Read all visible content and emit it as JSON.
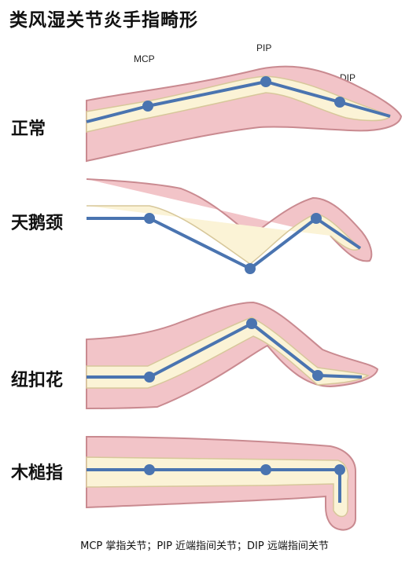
{
  "title": "类风湿关节炎手指畸形",
  "joint_labels": {
    "mcp": "MCP",
    "pip": "PIP",
    "dip": "DIP"
  },
  "rows": [
    {
      "label": "正常"
    },
    {
      "label": "天鹅颈"
    },
    {
      "label": "纽扣花"
    },
    {
      "label": "木槌指"
    }
  ],
  "caption": "MCP 掌指关节；PIP 近端指间关节；DIP 远端指间关节",
  "colors": {
    "skin": "#f2c4c8",
    "skin_edge": "#c98a90",
    "bone": "#fbf3d6",
    "bone_edge": "#d7c79a",
    "axis": "#4a74b0"
  }
}
